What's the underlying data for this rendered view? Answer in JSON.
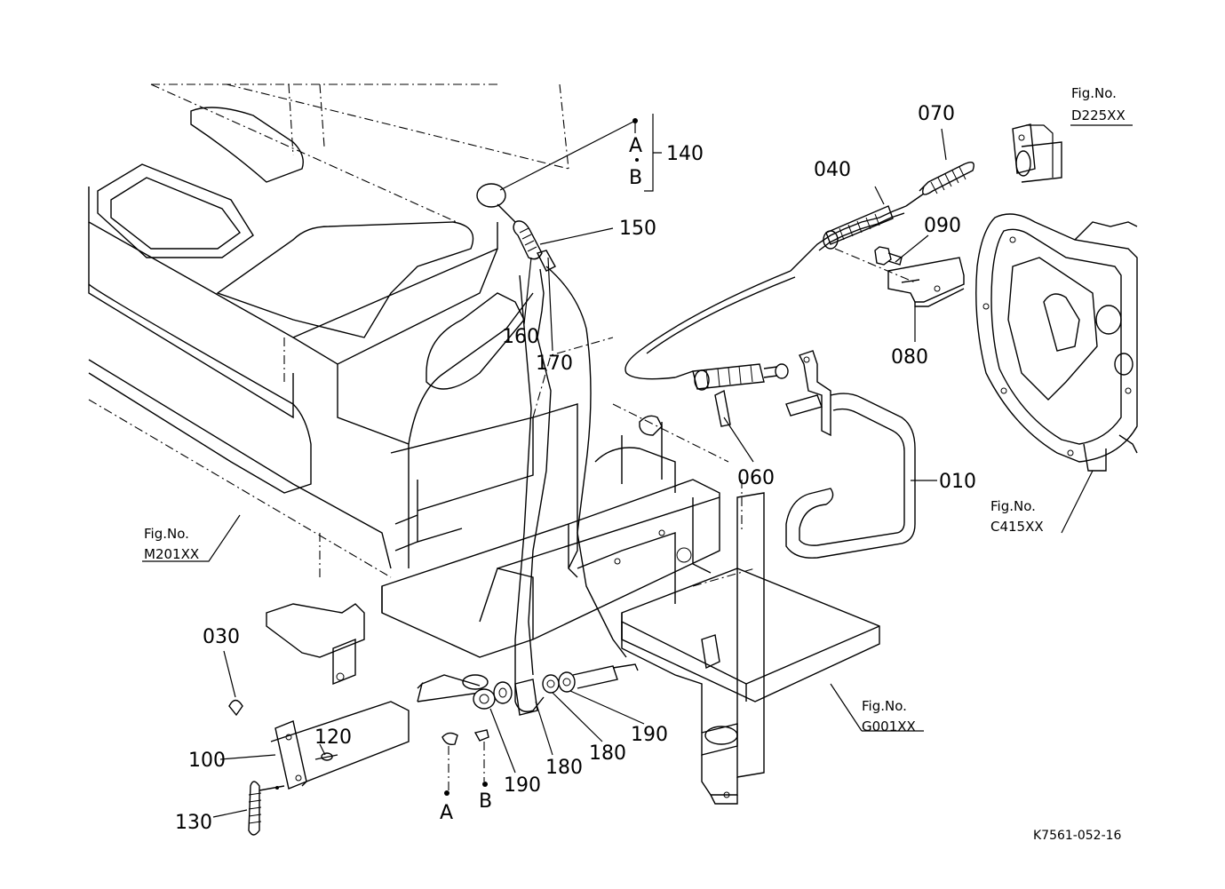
{
  "labels": {
    "l010": "010",
    "l030": "030",
    "l040": "040",
    "l060": "060",
    "l070": "070",
    "l080": "080",
    "l090": "090",
    "l100": "100",
    "l120": "120",
    "l130": "130",
    "l140": "140",
    "l150": "150",
    "l160": "160",
    "l170": "170",
    "l180a": "180",
    "l180b": "180",
    "l190a": "190",
    "l190b": "190",
    "letter_a_top": "A",
    "letter_b_top": "B",
    "letter_a_bottom": "A",
    "letter_b_bottom": "B"
  },
  "fig_refs": {
    "d225": {
      "title": "Fig.No.",
      "code": "D225XX"
    },
    "c415": {
      "title": "Fig.No.",
      "code": "C415XX"
    },
    "m201": {
      "title": "Fig.No.",
      "code": "M201XX"
    },
    "g001": {
      "title": "Fig.No.",
      "code": "G001XX"
    }
  },
  "drawing_code": "K7561-052-16"
}
